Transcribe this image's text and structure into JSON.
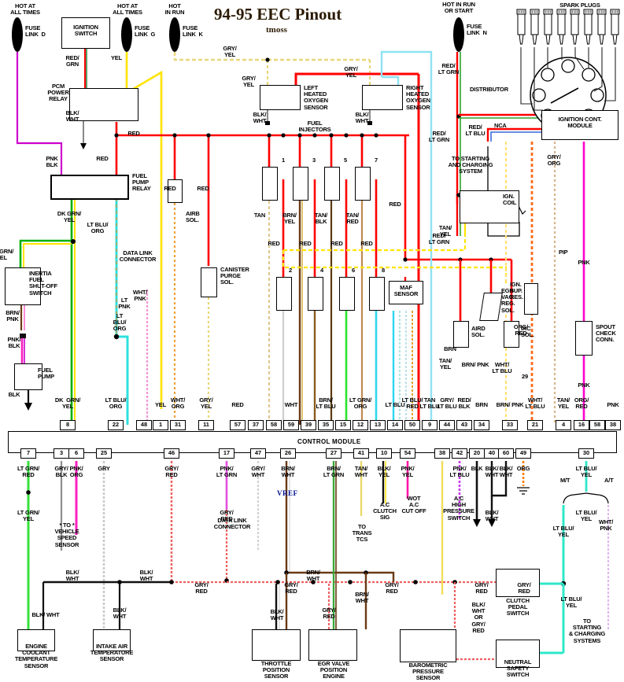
{
  "header": {
    "title": "94-95 EEC Pinout",
    "subtitle": "tmoss"
  },
  "power_sources": [
    {
      "id": "fld",
      "note": "HOT AT\nALL TIMES",
      "fuse": "FUSE\nLINK  D"
    },
    {
      "id": "flg",
      "note": "HOT AT\nALL TIMES",
      "fuse": "FUSE\nLINK  G"
    },
    {
      "id": "flk",
      "note": "HOT\nIN RUN",
      "fuse": "FUSE\nLINK  K"
    },
    {
      "id": "fln",
      "note": "HOT IN RUN\nOR START",
      "fuse": "FUSE\nLINK  N"
    }
  ],
  "components": {
    "ignition_switch": "IGNITION\nSWITCH",
    "pcm_power_relay": "PCM\nPOWER\nRELAY",
    "fuel_pump_relay": "FUEL\nPUMP\nRELAY",
    "inertia_switch": "INERTIA\nFUEL\nSHUT-OFF\nSWITCH",
    "fuel_pump": "FUEL\nPUMP",
    "left_o2": "LEFT\nHEATED\nOXYGEN\nSENSOR",
    "right_o2": "RIGHT\nHEATED\nOXYGEN\nSENSOR",
    "fuel_injectors": "FUEL\nINJECTORS",
    "airb_sol": "AIRB\nSOL.",
    "canister_purge": "CANISTER\nPURGE\nSOL.",
    "data_link_top": "DATA LINK\nCONNECTOR",
    "data_link_bottom": "DATA LINK\nCONNECTOR",
    "maf_sensor": "MAF\nSENSOR",
    "aird_sol": "AIRD\nSOL.",
    "egr_vac_reg": "EGR\nVAC.\nREG.\nSOL.",
    "iac_sol": "IAC\nSOL.",
    "ign_sup_res": "IGN.\nSUP.\nRES.",
    "ign_coil": "IGN.\nCOIL",
    "spout_check": "SPOUT\nCHECK\nCONN.",
    "distributor": "DISTRIBUTOR",
    "spark_plugs": "SPARK PLUGS",
    "icm": "IGNITION CONT.\nMODULE",
    "to_start_charge_top": "TO STARTING\nAND CHARGING\nSYSTEM",
    "to_start_charge_bottom": "TO\nSTARTING\n& CHARGING\nSYSTEMS",
    "ect": "ENGINE\nCOOLANT\nTEMPERATURE\nSENSOR",
    "iat": "INTAKE AIR\nTEMPERATURE\nSENSOR",
    "tps": "THROTTLE\nPOSITION\nSENSOR",
    "egr_valve": "EGR VALVE\nPOSITION\nENGINE",
    "baro": "BAROMETRIC\nPRESSURE\nSENSOR",
    "clutch_pedal": "CLUTCH\nPEDAL\nSWITCH",
    "neutral_safety": "NEUTRAL\nSAFETY\nSWITCH",
    "vss": "* TO *\nVEHICLE\nSPEED\nSENSOR",
    "ac_clutch_sig": "A.C\nCLUTCH\nSIG",
    "wot_ac_cutoff": "WOT\nA.C\nCUT OFF",
    "ac_high_press": "A.C\nHIGH\nPRESSURE\nSWITCH",
    "to_trans_tcs": "TO\nTRANS\nTCS",
    "control_module": "CONTROL MODULE",
    "vref": "VREF",
    "nca": "NCA",
    "pip": "PIP",
    "n29": "29",
    "mt": "M/T",
    "at": "A/T"
  },
  "injector_numbers": [
    "1",
    "3",
    "5",
    "7",
    "2",
    "4",
    "6",
    "8"
  ],
  "top_wire_labels": [
    "RED/\nGRN",
    "YEL",
    "GRY/\nYEL",
    "GRY/\nYEL",
    "GRY/\nYEL",
    "RED/\nLT GRN",
    "BLK/\nWHT",
    "RED",
    "BLK/\nWHT",
    "BLK/\nWHT",
    "PNK\nBLK",
    "RED",
    "RED",
    "RED",
    "DK GRN/\nYEL",
    "DK GRN/\nYEL",
    "LT BLU/\nORG",
    "BRN/\nPNK",
    "PNK/\nBLK",
    "BLK",
    "TAN",
    "BRN/\nYEL",
    "TAN/\nBLK",
    "TAN/\nRED",
    "RED",
    "RED",
    "RED",
    "RED",
    "RED",
    "RED/\nLT GRN",
    "RED/\nLT GRN",
    "RED/\nLT BLU",
    "TAN/\nYEL",
    "TAN/\nYEL",
    "GRY/\nORG",
    "ORG/\nRED",
    "PNK",
    "PNK",
    "LT\nPNK",
    "WHT/\nPNK",
    "LT\nBLU/\nORG",
    "BRN",
    "BRN/ PNK",
    "WHT/\nLT BLU"
  ],
  "pins_top": [
    {
      "pin": "8",
      "label": "DK  GRN/\nYEL",
      "color": "#1fb04a"
    },
    {
      "pin": "22",
      "label": "LT BLU/\nORG",
      "color": "#2fe0e0"
    },
    {
      "pin": "48",
      "label": "",
      "color": "#f49ad6"
    },
    {
      "pin": "1",
      "label": "YEL",
      "color": "#ffe400"
    },
    {
      "pin": "31",
      "label": "WHT/\nORG",
      "color": "#f0a23c"
    },
    {
      "pin": "11",
      "label": "GRY/\nYEL",
      "color": "#e8d77a"
    },
    {
      "pin": "57",
      "label": "RED",
      "color": "#ff0000"
    },
    {
      "pin": "37",
      "label": "",
      "color": "#ff0000"
    },
    {
      "pin": "58",
      "label": "",
      "color": "#d8b48a"
    },
    {
      "pin": "59",
      "label": "WHT",
      "color": "#cfcfcf"
    },
    {
      "pin": "39",
      "label": "",
      "color": "#8a5a1e"
    },
    {
      "pin": "35",
      "label": "BRN/\nLT BLU",
      "color": "#6b3a14"
    },
    {
      "pin": "15",
      "label": "",
      "color": "#b08040"
    },
    {
      "pin": "12",
      "label": "LT GRN/\nORG",
      "color": "#2ae52a"
    },
    {
      "pin": "13",
      "label": "",
      "color": "#ff4d2e"
    },
    {
      "pin": "14",
      "label": "LT BLU",
      "color": "#2fd8ec"
    },
    {
      "pin": "50",
      "label": "LT BLU/\nRED",
      "color": "#30d6f0"
    },
    {
      "pin": "9",
      "label": "TAN\nLT BLU",
      "color": "#aee4e0"
    },
    {
      "pin": "44",
      "label": "GRY/\nLT BLU",
      "color": "#bfe3ea"
    },
    {
      "pin": "43",
      "label": "RED/\nBLK",
      "color": "#e00000"
    },
    {
      "pin": "34",
      "label": "BRN",
      "color": "#6b3a14"
    },
    {
      "pin": "33",
      "label": "BRN/ PNK",
      "color": "#9b1f8a"
    },
    {
      "pin": "21",
      "label": "WHT/\nLT BLU",
      "color": "#cde8f2"
    },
    {
      "pin": "4",
      "label": "TAN/\nYEL",
      "color": "#ffe070"
    },
    {
      "pin": "16",
      "label": "ORG/\nRED",
      "color": "#ff6a1a"
    },
    {
      "pin": "58b",
      "label": "",
      "color": "#d8b48a"
    },
    {
      "pin": "38",
      "label": "PNK",
      "color": "#ff00cc"
    }
  ],
  "pins_bottom": [
    {
      "pin": "7",
      "label": "LT GRN/\nRED",
      "sub": "LT GRN/\nYEL",
      "color": "#36e23c"
    },
    {
      "pin": "3",
      "label": "GRY/\nBLK",
      "sub": "",
      "color": "#9a9a9a"
    },
    {
      "pin": "6",
      "label": "PNK/\nORG",
      "sub": "",
      "color": "#ff1fc0"
    },
    {
      "pin": "25",
      "label": "GRY",
      "sub": "",
      "color": "#c9c9c9"
    },
    {
      "pin": "46",
      "label": "GRY/\nRED",
      "sub": "",
      "color": "#ef6060"
    },
    {
      "pin": "17",
      "label": "PNK/\nLT GRN",
      "sub": "GRY/\nRED",
      "color": "#e34fe0"
    },
    {
      "pin": "47",
      "label": "GRY/\nWHT",
      "sub": "",
      "color": "#d2d2d2"
    },
    {
      "pin": "26",
      "label": "BRN/\nWHT",
      "sub": "",
      "color": "#6b3a14"
    },
    {
      "pin": "27",
      "label": "BRN/\nLT GRN",
      "sub": "",
      "color": "#3aa83a"
    },
    {
      "pin": "41",
      "label": "TAN/\nWHT",
      "sub": "",
      "color": "#ecd96a"
    },
    {
      "pin": "10",
      "label": "BLK/\nYEL",
      "sub": "",
      "color": "#111111"
    },
    {
      "pin": "54",
      "label": "PNK/\nYEL",
      "sub": "",
      "color": "#ff18a8"
    },
    {
      "pin": "38",
      "label": "",
      "sub": "",
      "color": "#f0df5a"
    },
    {
      "pin": "42",
      "label": "PNK/\nLT BLU",
      "sub": "",
      "color": "#c838f0"
    },
    {
      "pin": "20",
      "label": "BLK",
      "sub": "",
      "color": "#111111"
    },
    {
      "pin": "40",
      "label": "BLK/\nWHT",
      "sub": "BLK/\nWHT",
      "color": "#111111"
    },
    {
      "pin": "60",
      "label": "BLK/\nWHT",
      "sub": "",
      "color": "#111111"
    },
    {
      "pin": "49",
      "label": "ORG",
      "sub": "",
      "color": "#ff8000"
    },
    {
      "pin": "30",
      "label": "LT BLU/\nYEL",
      "sub": "LT BLU/\nYEL",
      "color": "#2ee8c8"
    }
  ],
  "bottom_labels": {
    "blk_wht": "BLK/\nWHT",
    "blk_wht_wide": "BLK/ WHT",
    "gry_red": "GRY/\nRED",
    "brn_wht": "BRN/\nWHT",
    "blk_wht_or_gry_red": "BLK/\nWHT\nOR\nGRY/\nRED",
    "lt_blu_yel": "LT BLU/\nYEL",
    "wht_pnk": "WHT/\nPNK",
    "blk": "BLK"
  },
  "colors": {
    "red": "#ff0000",
    "yellow": "#ffe400",
    "magenta": "#cc00cc",
    "green": "#00cc00",
    "cyan": "#2fe0e0",
    "orange": "#ff8000",
    "brown": "#6b3a14",
    "pink": "#ff00cc",
    "black": "#000000",
    "white_wire": "#d9d9d9",
    "tan": "#e0c890",
    "ltgrn": "#36e23c"
  }
}
